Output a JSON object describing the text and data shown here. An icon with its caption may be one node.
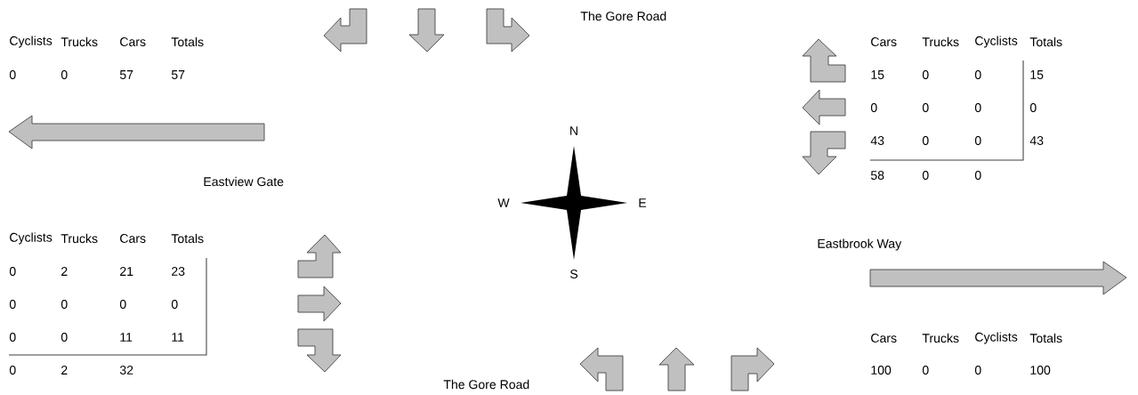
{
  "diagram": {
    "labels": [
      "The Gore Road",
      "Cyclists",
      "Trucks",
      "Cars",
      "Totals",
      "0",
      "0",
      "57",
      "57",
      "Cars",
      "Trucks",
      "Cyclists",
      "Totals",
      "15",
      "0",
      "0",
      "15",
      "0",
      "0",
      "0",
      "0",
      "43",
      "0",
      "0",
      "43",
      "58",
      "0",
      "0",
      "Eastview Gate",
      "N",
      "W",
      "E",
      "S",
      "Cyclists",
      "Trucks",
      "Cars",
      "Totals",
      "0",
      "2",
      "21",
      "23",
      "0",
      "0",
      "0",
      "0",
      "0",
      "0",
      "11",
      "11",
      "0",
      "2",
      "32",
      "Eastbrook Way",
      "Cars",
      "Trucks",
      "Cyclists",
      "Totals",
      "100",
      "0",
      "0",
      "100",
      "The Gore Road"
    ]
  }
}
